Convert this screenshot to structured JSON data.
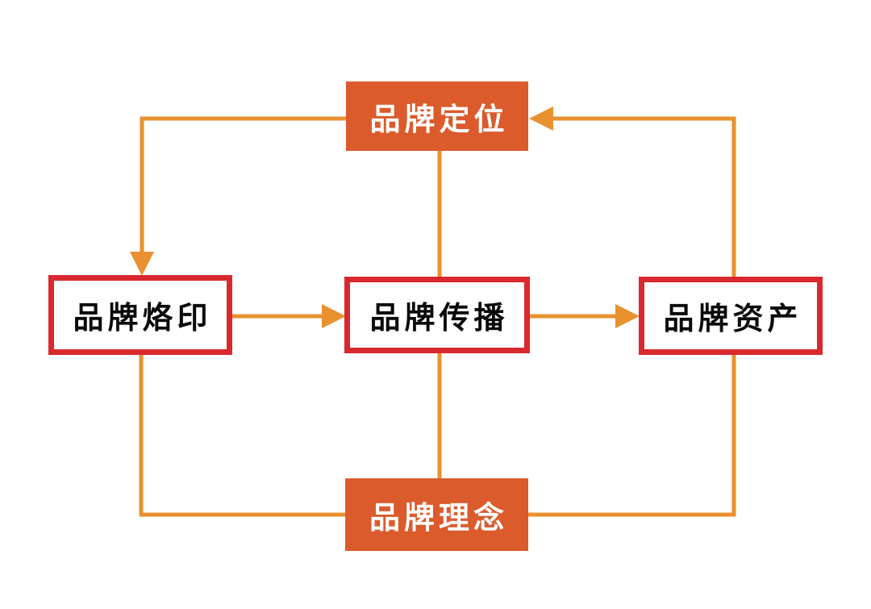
{
  "diagram": {
    "title": "",
    "nodes": {
      "positioning": {
        "label": "品牌定位",
        "style": "filled-orange"
      },
      "imprint": {
        "label": "品牌烙印",
        "style": "outlined-red"
      },
      "communication": {
        "label": "品牌传播",
        "style": "outlined-red"
      },
      "assets": {
        "label": "品牌资产",
        "style": "outlined-red"
      },
      "philosophy": {
        "label": "品牌理念",
        "style": "filled-orange"
      }
    },
    "edges": [
      {
        "from": "positioning",
        "to": "imprint",
        "arrow": true,
        "route": "left-then-down"
      },
      {
        "from": "imprint",
        "to": "communication",
        "arrow": true,
        "route": "right"
      },
      {
        "from": "communication",
        "to": "assets",
        "arrow": true,
        "route": "right"
      },
      {
        "from": "philosophy",
        "to": "positioning",
        "arrow": true,
        "route": "right-then-up-then-left"
      },
      {
        "from": "positioning",
        "to": "communication",
        "arrow": false,
        "route": "down"
      },
      {
        "from": "communication",
        "to": "philosophy",
        "arrow": false,
        "route": "down"
      },
      {
        "from": "imprint",
        "to": "philosophy",
        "arrow": false,
        "route": "down-then-right"
      }
    ],
    "colors": {
      "node_fill_orange": "#DB5B2C",
      "node_border_red": "#D8292F",
      "connector_orange": "#E9912F",
      "text_on_fill": "#FFFFFF",
      "text_on_outline": "#0A0A0A",
      "canvas_bg": "#FFFFFF"
    }
  }
}
